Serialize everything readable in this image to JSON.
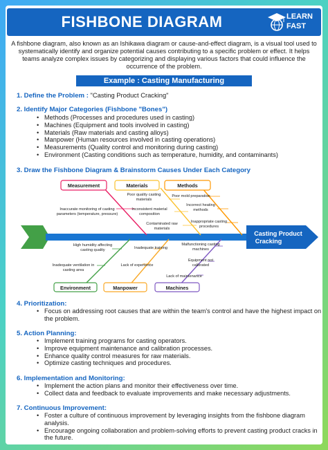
{
  "header": {
    "title": "FISHBONE DIAGRAM",
    "logo_line1": "LEARN",
    "logo_line2": "FAST"
  },
  "intro": "A fishbone diagram, also known as an Ishikawa diagram or cause-and-effect diagram, is a visual tool used to systematically identify and organize potential causes contributing to a specific problem or effect. It helps teams analyze complex issues by categorizing and displaying various factors that could influence the occurrence of the problem.",
  "example_title": "Example : Casting Manufacturing",
  "step1": {
    "heading": "1. Define the Problem :",
    "value": " \"Casting Product Cracking\""
  },
  "step2": {
    "heading": "2. Identify Major Categories (Fishbone \"Bones\")",
    "items": [
      "Methods (Processes and procedures used in casting)",
      "Machines (Equipment and tools involved in casting)",
      "Materials (Raw materials and casting alloys)",
      "Manpower (Human resources involved in casting operations)",
      "Measurements (Quality control and monitoring during casting)",
      "Environment (Casting conditions such as temperature, humidity, and contaminants)"
    ]
  },
  "step3": {
    "heading": "3. Draw the Fishbone Diagram & Brainstorm Causes Under Each Category"
  },
  "diagram": {
    "effect": [
      "Casting Product",
      "Cracking"
    ],
    "categories": {
      "measurement": "Measurement",
      "materials": "Materials",
      "methods": "Methods",
      "environment": "Environment",
      "manpower": "Manpower",
      "machines": "Machines"
    },
    "causes": {
      "measurement": [
        "Inaccurate monitoring of casting",
        "parameters (temperature, pressure)"
      ],
      "materials": [
        [
          "Poor quality casting",
          "materials"
        ],
        [
          "Inconsistent material",
          "composition"
        ],
        [
          "Contaminated raw",
          "materials"
        ]
      ],
      "methods": [
        "Poor mold preparation",
        [
          "Incorrect heating",
          "methods"
        ],
        [
          "Inappropriate casting",
          "procedures"
        ]
      ],
      "environment": [
        [
          "High humidity affecting",
          "casting quality"
        ],
        [
          "Inadequate ventilation in",
          "casting area"
        ]
      ],
      "manpower": [
        "Inadequate training",
        "Lack of experience"
      ],
      "machines": [
        [
          "Malfunctioning casting",
          "machines"
        ],
        [
          "Equipment not",
          "calibrated"
        ],
        "Lack of maintenance"
      ]
    },
    "colors": {
      "spine": "#1976d2",
      "head": "#1565c0",
      "tail": "#43a047",
      "measurement": "#e91e63",
      "materials": "#fbc02d",
      "methods": "#ff9800",
      "environment": "#43a047",
      "manpower": "#f9a825",
      "machines": "#7e57c2"
    }
  },
  "step4": {
    "heading": "4. Prioritization:",
    "items": [
      "Focus on addressing root causes that are within the team's control and have the highest impact on the problem."
    ]
  },
  "step5": {
    "heading": "5. Action Planning:",
    "items": [
      "Implement training programs for casting operators.",
      "Improve equipment maintenance and calibration processes.",
      "Enhance quality control measures for raw materials.",
      "Optimize casting techniques and procedures."
    ]
  },
  "step6": {
    "heading": "6. Implementation and Monitoring:",
    "items": [
      "Implement the action plans and monitor their effectiveness over time.",
      "Collect data and feedback to evaluate improvements and make necessary adjustments."
    ]
  },
  "step7": {
    "heading": "7. Continuous Improvement:",
    "items": [
      "Foster a culture of continuous improvement by leveraging insights from the fishbone diagram analysis.",
      "Encourage ongoing collaboration and problem-solving efforts to prevent casting product cracks in the future."
    ]
  }
}
